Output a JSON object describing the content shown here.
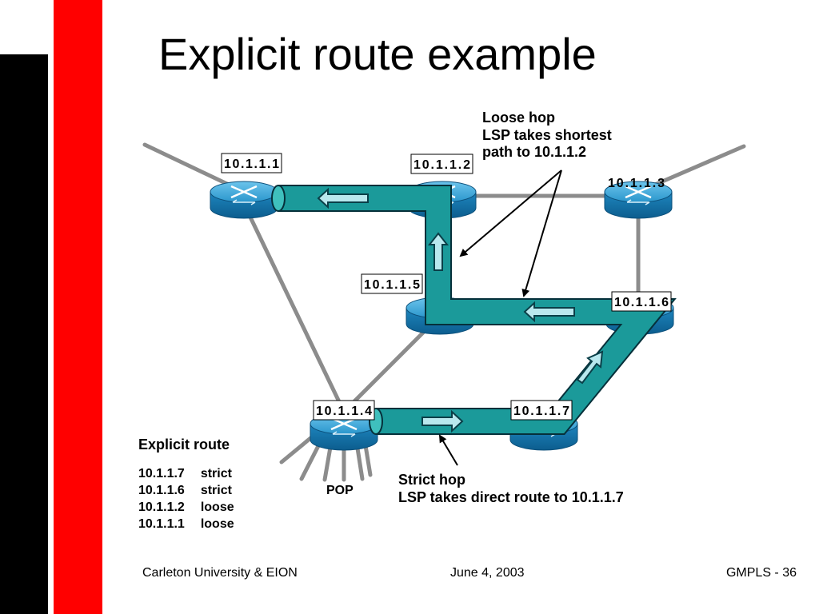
{
  "slide": {
    "title": "Explicit route example"
  },
  "colors": {
    "accent_red": "#ff0000",
    "sidebar_black": "#000000",
    "tunnel_fill": "#1b9a9a",
    "router_blue": "#1a8fc8",
    "link_gray": "#8c8c8c"
  },
  "nodes": {
    "r1": {
      "label": "10.1.1.1"
    },
    "r2": {
      "label": "10.1.1.2"
    },
    "r3": {
      "label": "10.1.1.3"
    },
    "r4": {
      "label": "10.1.1.4"
    },
    "r5": {
      "label": "10.1.1.5"
    },
    "r6": {
      "label": "10.1.1.6"
    },
    "r7": {
      "label": "10.1.1.7"
    }
  },
  "notes": {
    "loose": [
      "Loose hop",
      "LSP takes shortest",
      "path to 10.1.1.2"
    ],
    "strict": [
      "Strict hop",
      "LSP takes direct route to 10.1.1.7"
    ],
    "pop": "POP"
  },
  "explicit_route": {
    "title": "Explicit route",
    "entries": [
      {
        "address": "10.1.1.7",
        "mode": "strict"
      },
      {
        "address": "10.1.1.6",
        "mode": "strict"
      },
      {
        "address": "10.1.1.2",
        "mode": "loose"
      },
      {
        "address": "10.1.1.1",
        "mode": "loose"
      }
    ]
  },
  "footer": {
    "left": "Carleton University & EION",
    "center": "June 4, 2003",
    "right": "GMPLS - 36"
  }
}
